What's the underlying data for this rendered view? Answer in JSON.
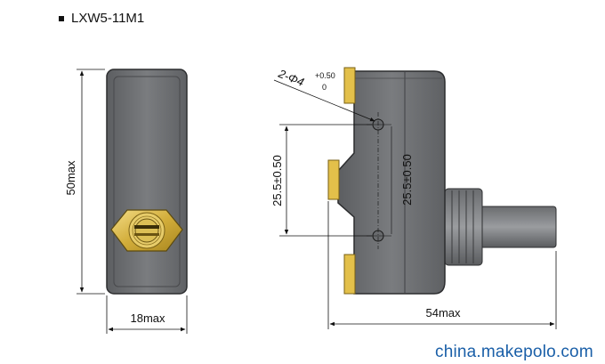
{
  "title": {
    "model": "LXW5-11M1"
  },
  "dimensions": {
    "height_label": "50max",
    "width_label": "18max",
    "length_label": "54max",
    "hole_label": "2-Φ4",
    "hole_tol_upper": "+0.50",
    "hole_tol_lower": "0",
    "spacing_left": "25.5±0.50",
    "spacing_inner": "25.5±0.50"
  },
  "watermark": "china.makepolo.com",
  "colors": {
    "body": "#6e7073",
    "terminal": "#e3c04a",
    "brass": "#d8b545",
    "line": "#111111"
  }
}
